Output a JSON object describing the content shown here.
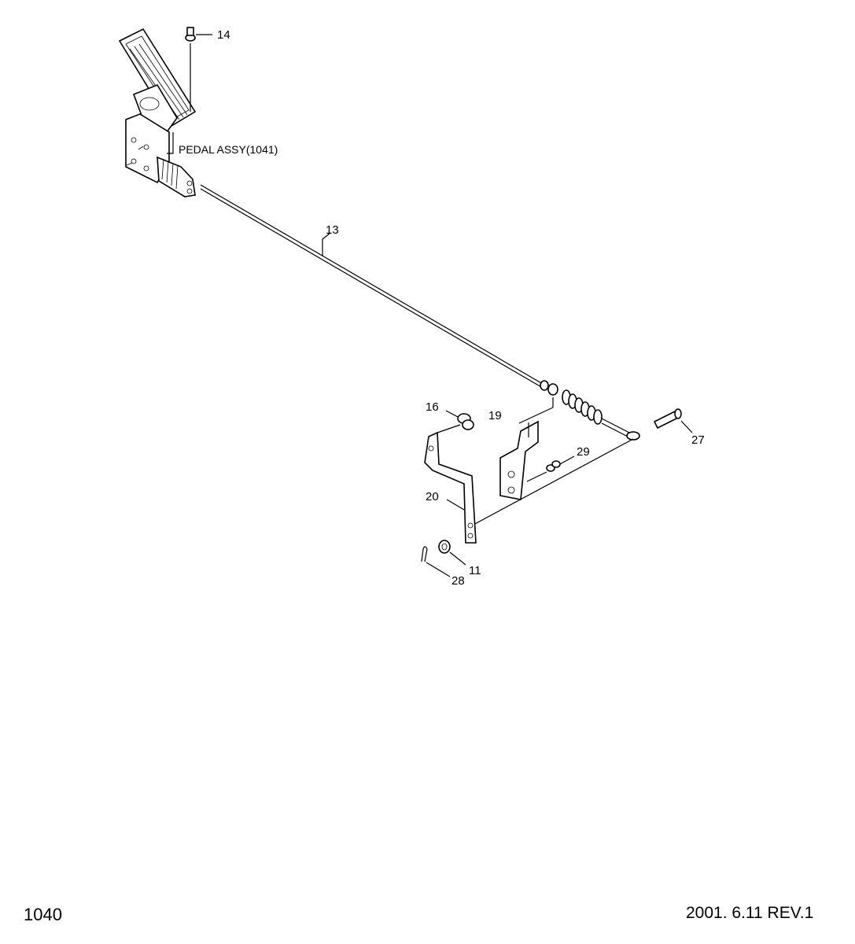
{
  "assembly_label": "PEDAL ASSY(1041)",
  "callouts": {
    "c14": "14",
    "c13": "13",
    "c16": "16",
    "c19": "19",
    "c27": "27",
    "c29": "29",
    "c20": "20",
    "c11": "11",
    "c28": "28"
  },
  "footer": {
    "page_number": "1040",
    "revision": "2001. 6.11  REV.1"
  },
  "colors": {
    "ink": "#000000",
    "paper": "#ffffff"
  }
}
